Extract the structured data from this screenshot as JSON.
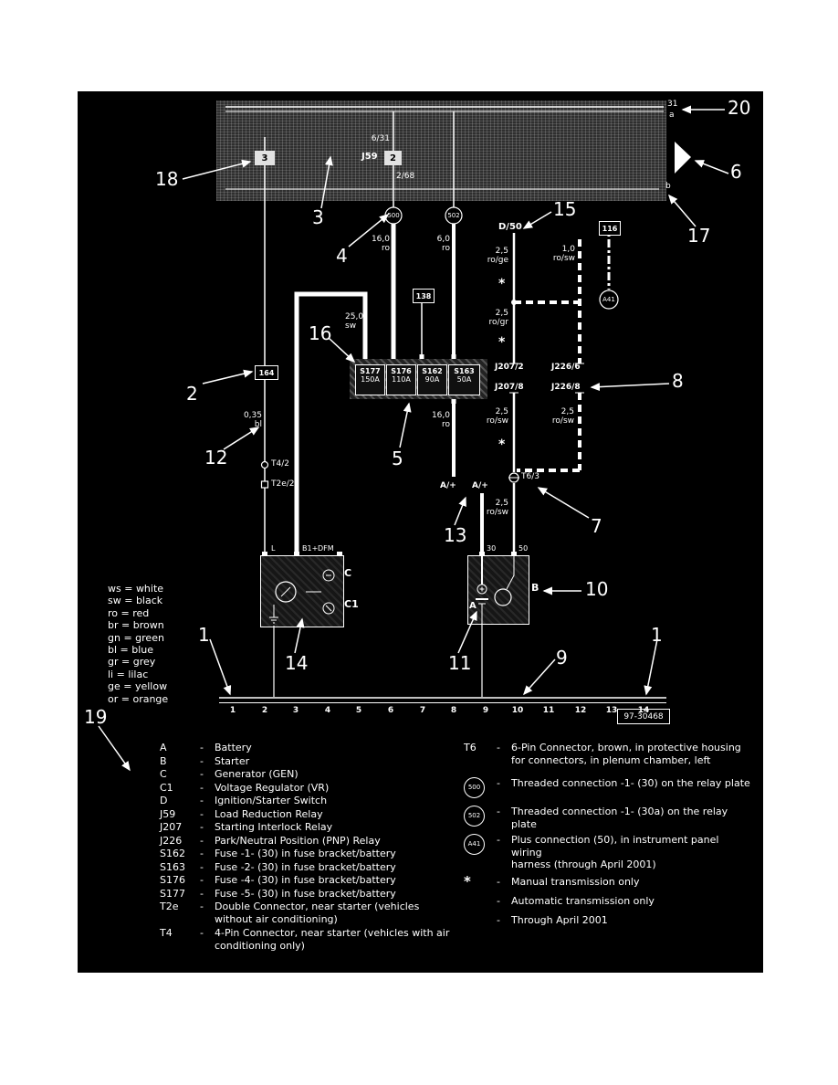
{
  "relay_plate": {
    "box3": "3",
    "box2": "2",
    "j59": "J59",
    "label_top": "6/31",
    "label_bottom": "2/68",
    "term_31": "31",
    "term_a": "a",
    "term_b": "b"
  },
  "connections": {
    "c500": "500",
    "c502": "502",
    "a41": "A41",
    "d50": "D/50",
    "t164": "164",
    "t138": "138",
    "t116": "116",
    "t4": "T4/2",
    "t2e": "T2e/2",
    "t6": "T6/3",
    "aplus_left": "A/+",
    "aplus_right": "A/+",
    "j207_2": "J207/2",
    "j207_8": "J207/8",
    "j226_6": "J226/6",
    "j226_8": "J226/8"
  },
  "wire_labels": {
    "w500": "16,0\nro",
    "w502": "6,0\nro",
    "roge": "2,5\nro/ge",
    "rosw10": "1,0\nro/sw",
    "sw250": "25,0\nsw",
    "rogr": "2,5\nro/gr",
    "bl035": "0,35\nbl",
    "ro160": "16,0\nro",
    "rosw_a": "2,5\nro/sw",
    "rosw_b": "2,5\nro/sw",
    "rosw_c": "2,5\nro/sw",
    "star": "*"
  },
  "fuses": [
    {
      "name": "S177",
      "amp": "150A"
    },
    {
      "name": "S176",
      "amp": "110A"
    },
    {
      "name": "S162",
      "amp": "90A"
    },
    {
      "name": "S163",
      "amp": "50A"
    }
  ],
  "generator": {
    "pin_l": "L",
    "pin_b1": "B1+",
    "pin_dfm": "DFM",
    "c": "C",
    "c1": "C1"
  },
  "starter": {
    "pin_30": "30",
    "pin_50": "50",
    "b": "B",
    "a": "A"
  },
  "track": {
    "numbers": [
      "1",
      "2",
      "3",
      "4",
      "5",
      "6",
      "7",
      "8",
      "9",
      "10",
      "11",
      "12",
      "13",
      "14"
    ],
    "code": "97-30468"
  },
  "callouts": {
    "n1": "1",
    "n2": "2",
    "n3": "3",
    "n4": "4",
    "n5": "5",
    "n6": "6",
    "n7": "7",
    "n8": "8",
    "n9": "9",
    "n10": "10",
    "n11": "11",
    "n12": "12",
    "n13": "13",
    "n14": "14",
    "n15": "15",
    "n16": "16",
    "n17": "17",
    "n18": "18",
    "n19": "19",
    "n20": "20"
  },
  "color_legend": [
    "ws = white",
    "sw = black",
    "ro = red",
    "br = brown",
    "gn = green",
    "bl = blue",
    "gr = grey",
    "li = lilac",
    "ge = yellow",
    "or = orange"
  ],
  "legend_left": [
    {
      "code": "A",
      "desc": "Battery"
    },
    {
      "code": "B",
      "desc": "Starter"
    },
    {
      "code": "C",
      "desc": "Generator (GEN)"
    },
    {
      "code": "C1",
      "desc": "Voltage Regulator (VR)"
    },
    {
      "code": "D",
      "desc": "Ignition/Starter Switch"
    },
    {
      "code": "J59",
      "desc": "Load Reduction Relay"
    },
    {
      "code": "J207",
      "desc": "Starting Interlock Relay"
    },
    {
      "code": "J226",
      "desc": "Park/Neutral Position (PNP) Relay"
    },
    {
      "code": "S162",
      "desc": "Fuse -1- (30) in fuse bracket/battery"
    },
    {
      "code": "S163",
      "desc": "Fuse -2- (30) in fuse bracket/battery"
    },
    {
      "code": "S176",
      "desc": "Fuse -4- (30) in fuse bracket/battery"
    },
    {
      "code": "S177",
      "desc": "Fuse -5- (30) in fuse bracket/battery"
    },
    {
      "code": "T2e",
      "desc": "Double Connector, near starter (vehicles\nwithout air conditioning)"
    },
    {
      "code": "T4",
      "desc": "4-Pin Connector, near starter (vehicles with air\nconditioning only)"
    }
  ],
  "legend_right": [
    {
      "code": "T6",
      "desc": "6-Pin Connector, brown, in protective housing\nfor connectors, in plenum chamber, left"
    },
    {
      "code": "500",
      "desc": "Threaded connection -1- (30) on the relay plate"
    },
    {
      "code": "502",
      "desc": "Threaded connection -1- (30a) on the relay plate"
    },
    {
      "code": "A41",
      "desc": "Plus connection (50), in instrument panel wiring\nharness (through April 2001)"
    },
    {
      "code": "*",
      "desc": "Manual transmission only"
    },
    {
      "code": "",
      "desc": "Automatic transmission only"
    },
    {
      "code": "",
      "desc": "Through April 2001"
    }
  ],
  "ui": {
    "dash": "-"
  }
}
